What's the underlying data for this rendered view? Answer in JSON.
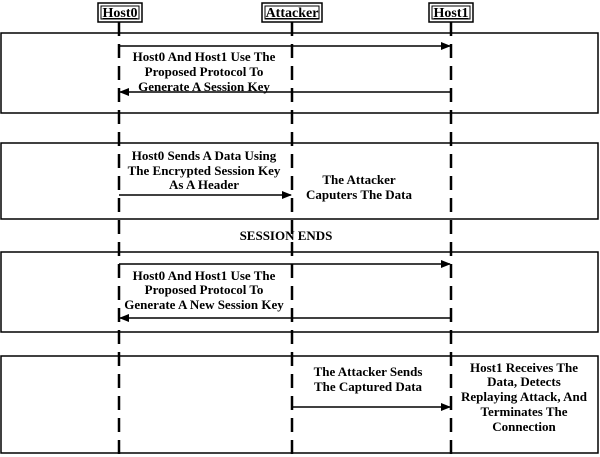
{
  "participants": [
    "Host0",
    "Attacker",
    "Host1"
  ],
  "phase1": {
    "text": [
      "Host0 And Host1 Use The",
      "Proposed Protocol To",
      "Generate A Session Key"
    ]
  },
  "phase2": {
    "host0_text": [
      "Host0 Sends A Data Using",
      "The Encrypted Session Key",
      "As A Header"
    ],
    "attacker_text": [
      "The Attacker",
      "Caputers The Data"
    ]
  },
  "session_end": "SESSION ENDS",
  "phase3": {
    "text": [
      "Host0 And Host1 Use The",
      "Proposed Protocol To",
      "Generate A New Session Key"
    ]
  },
  "phase4": {
    "attacker_text": [
      "The Attacker Sends",
      "The Captured Data"
    ],
    "host1_text": [
      "Host1 Receives The",
      "Data, Detects",
      "Replaying Attack, And",
      "Terminates The",
      "Connection"
    ]
  }
}
